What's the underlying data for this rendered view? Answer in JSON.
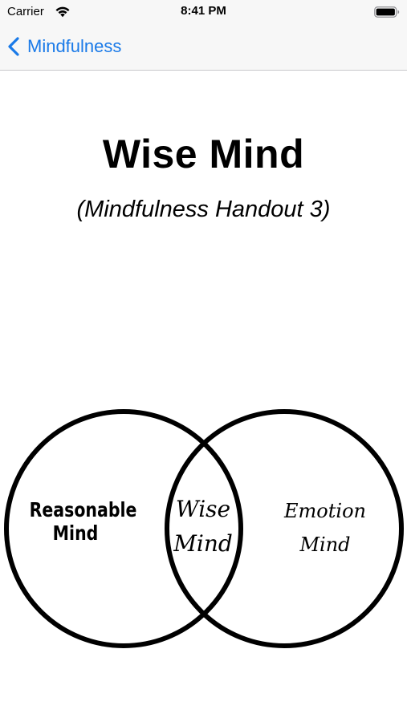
{
  "status_bar": {
    "carrier": "Carrier",
    "time": "8:41 PM",
    "icons": [
      "wifi-icon",
      "battery-icon"
    ]
  },
  "nav": {
    "back_label": "Mindfulness",
    "back_icon": "chevron-left-icon",
    "accent_color": "#1a7ae8"
  },
  "content": {
    "title": "Wise Mind",
    "subtitle": "(Mindfulness Handout 3)"
  },
  "venn": {
    "left_label": [
      "Reasonable",
      "Mind"
    ],
    "center_label": [
      "Wise",
      "Mind"
    ],
    "right_label": [
      "Emotion",
      "Mind"
    ],
    "stroke_color": "#000000"
  }
}
